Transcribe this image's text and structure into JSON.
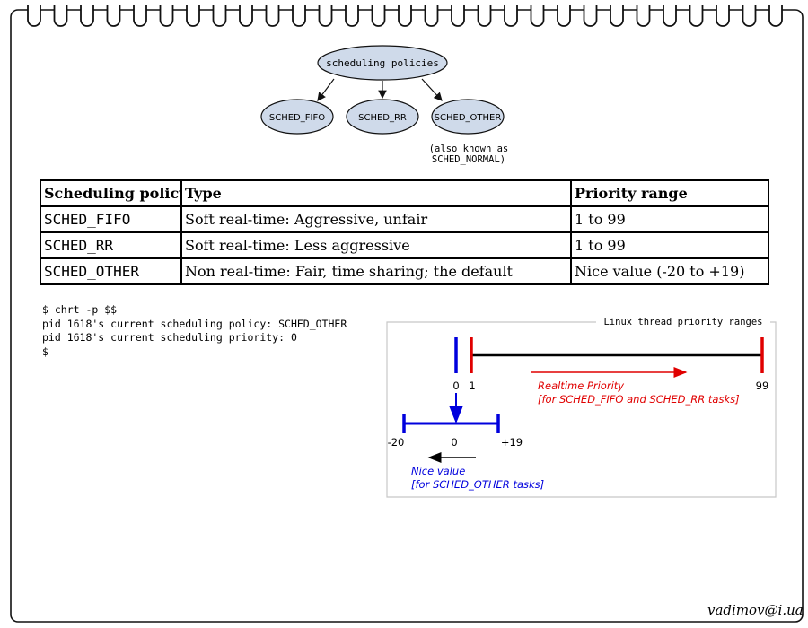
{
  "tree": {
    "root": "scheduling policies",
    "children": [
      "SCHED_FIFO",
      "SCHED_RR",
      "SCHED_OTHER"
    ],
    "note_line1": "(also known as",
    "note_line2": "SCHED_NORMAL)"
  },
  "table": {
    "headers": [
      "Scheduling policy",
      "Type",
      "Priority range"
    ],
    "rows": [
      [
        "SCHED_FIFO",
        "Soft real-time: Aggressive, unfair",
        "1 to 99"
      ],
      [
        "SCHED_RR",
        "Soft real-time: Less aggressive",
        "1 to 99"
      ],
      [
        "SCHED_OTHER",
        "Non real-time: Fair, time sharing; the default",
        "Nice value (-20 to +19)"
      ]
    ]
  },
  "terminal": {
    "lines": [
      "$ chrt -p $$",
      "pid 1618's current scheduling policy: SCHED_OTHER",
      "pid 1618's current scheduling priority: 0",
      "$"
    ]
  },
  "priority_diagram": {
    "title": "Linux thread priority ranges",
    "realtime": {
      "min_label": "1",
      "max_label": "99",
      "zero_label": "0",
      "caption_line1": "Realtime Priority",
      "caption_line2": "[for SCHED_FIFO and SCHED_RR tasks]",
      "color": "#e00000"
    },
    "nice": {
      "min_label": "-20",
      "zero_label": "0",
      "max_label": "+19",
      "caption_line1": "Nice value",
      "caption_line2": "[for SCHED_OTHER tasks]",
      "color": "#0000dd"
    }
  },
  "signature": "vadimov@i.ua"
}
